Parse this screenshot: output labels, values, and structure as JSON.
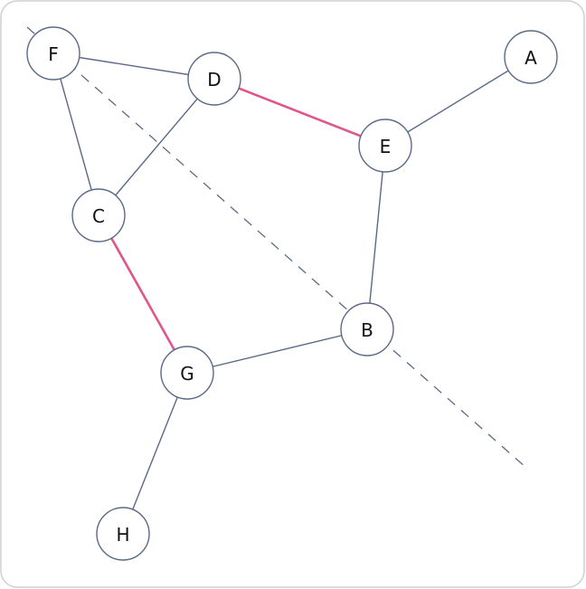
{
  "graph": {
    "nodes": [
      {
        "id": "F",
        "label": "F"
      },
      {
        "id": "D",
        "label": "D"
      },
      {
        "id": "A",
        "label": "A"
      },
      {
        "id": "E",
        "label": "E"
      },
      {
        "id": "C",
        "label": "C"
      },
      {
        "id": "B",
        "label": "B"
      },
      {
        "id": "G",
        "label": "G"
      },
      {
        "id": "H",
        "label": "H"
      }
    ],
    "edges": [
      {
        "from": "F",
        "to": "D",
        "highlighted": false
      },
      {
        "from": "F",
        "to": "C",
        "highlighted": false
      },
      {
        "from": "D",
        "to": "C",
        "highlighted": false
      },
      {
        "from": "D",
        "to": "E",
        "highlighted": true
      },
      {
        "from": "A",
        "to": "E",
        "highlighted": false
      },
      {
        "from": "E",
        "to": "B",
        "highlighted": false
      },
      {
        "from": "C",
        "to": "G",
        "highlighted": true
      },
      {
        "from": "G",
        "to": "B",
        "highlighted": false
      },
      {
        "from": "G",
        "to": "H",
        "highlighted": false
      }
    ],
    "cut_line": {
      "style": "dashed"
    }
  },
  "colors": {
    "node_stroke": "#5a6a86",
    "edge": "#5a6a86",
    "highlight_edge": "#e0558a",
    "cut_line": "#5a6a86",
    "frame_border": "#cfcfcf",
    "label": "#111111"
  }
}
